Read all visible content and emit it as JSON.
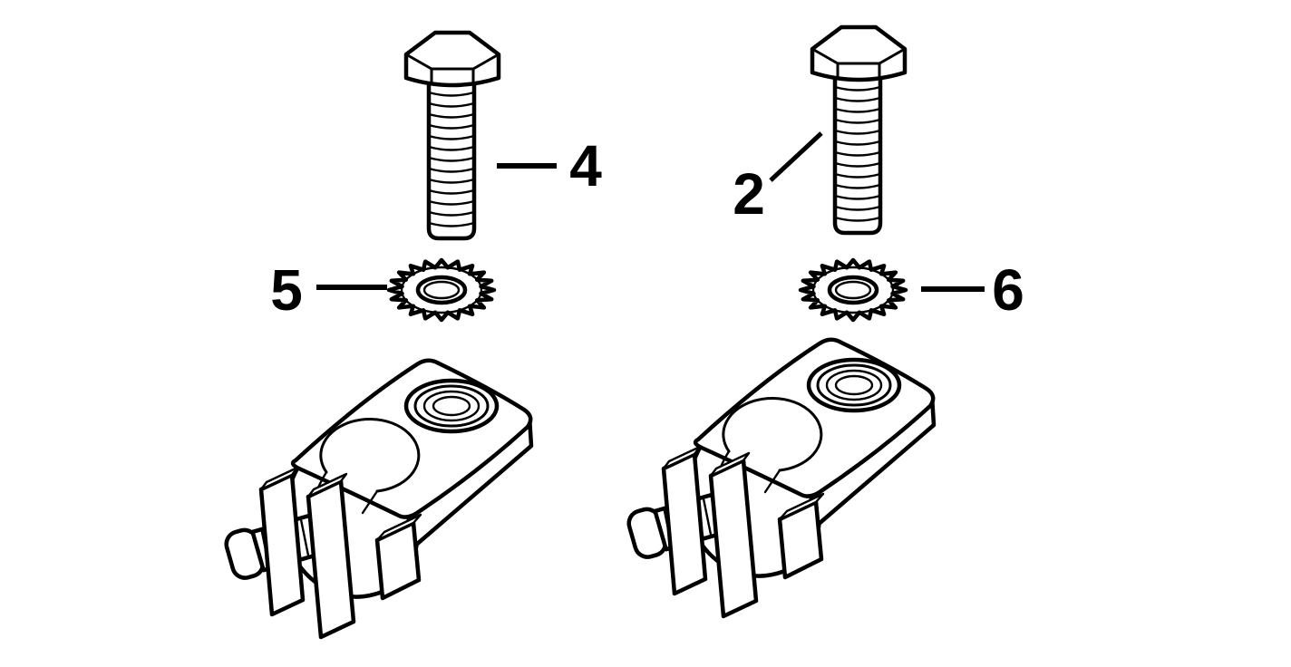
{
  "figure": {
    "name": "battery-terminal-parts-diagram",
    "background": "#ffffff",
    "ink": "#000000",
    "callouts": [
      {
        "label": "4",
        "part": "hex-bolt-left"
      },
      {
        "label": "2",
        "part": "hex-bolt-right"
      },
      {
        "label": "5",
        "part": "lock-washer-left"
      },
      {
        "label": "6",
        "part": "lock-washer-right"
      }
    ],
    "parts": [
      {
        "name": "hex-bolt-left"
      },
      {
        "name": "hex-bolt-right"
      },
      {
        "name": "lock-washer-left"
      },
      {
        "name": "lock-washer-right"
      },
      {
        "name": "battery-terminal-clamp-left"
      },
      {
        "name": "battery-terminal-clamp-right"
      }
    ]
  }
}
